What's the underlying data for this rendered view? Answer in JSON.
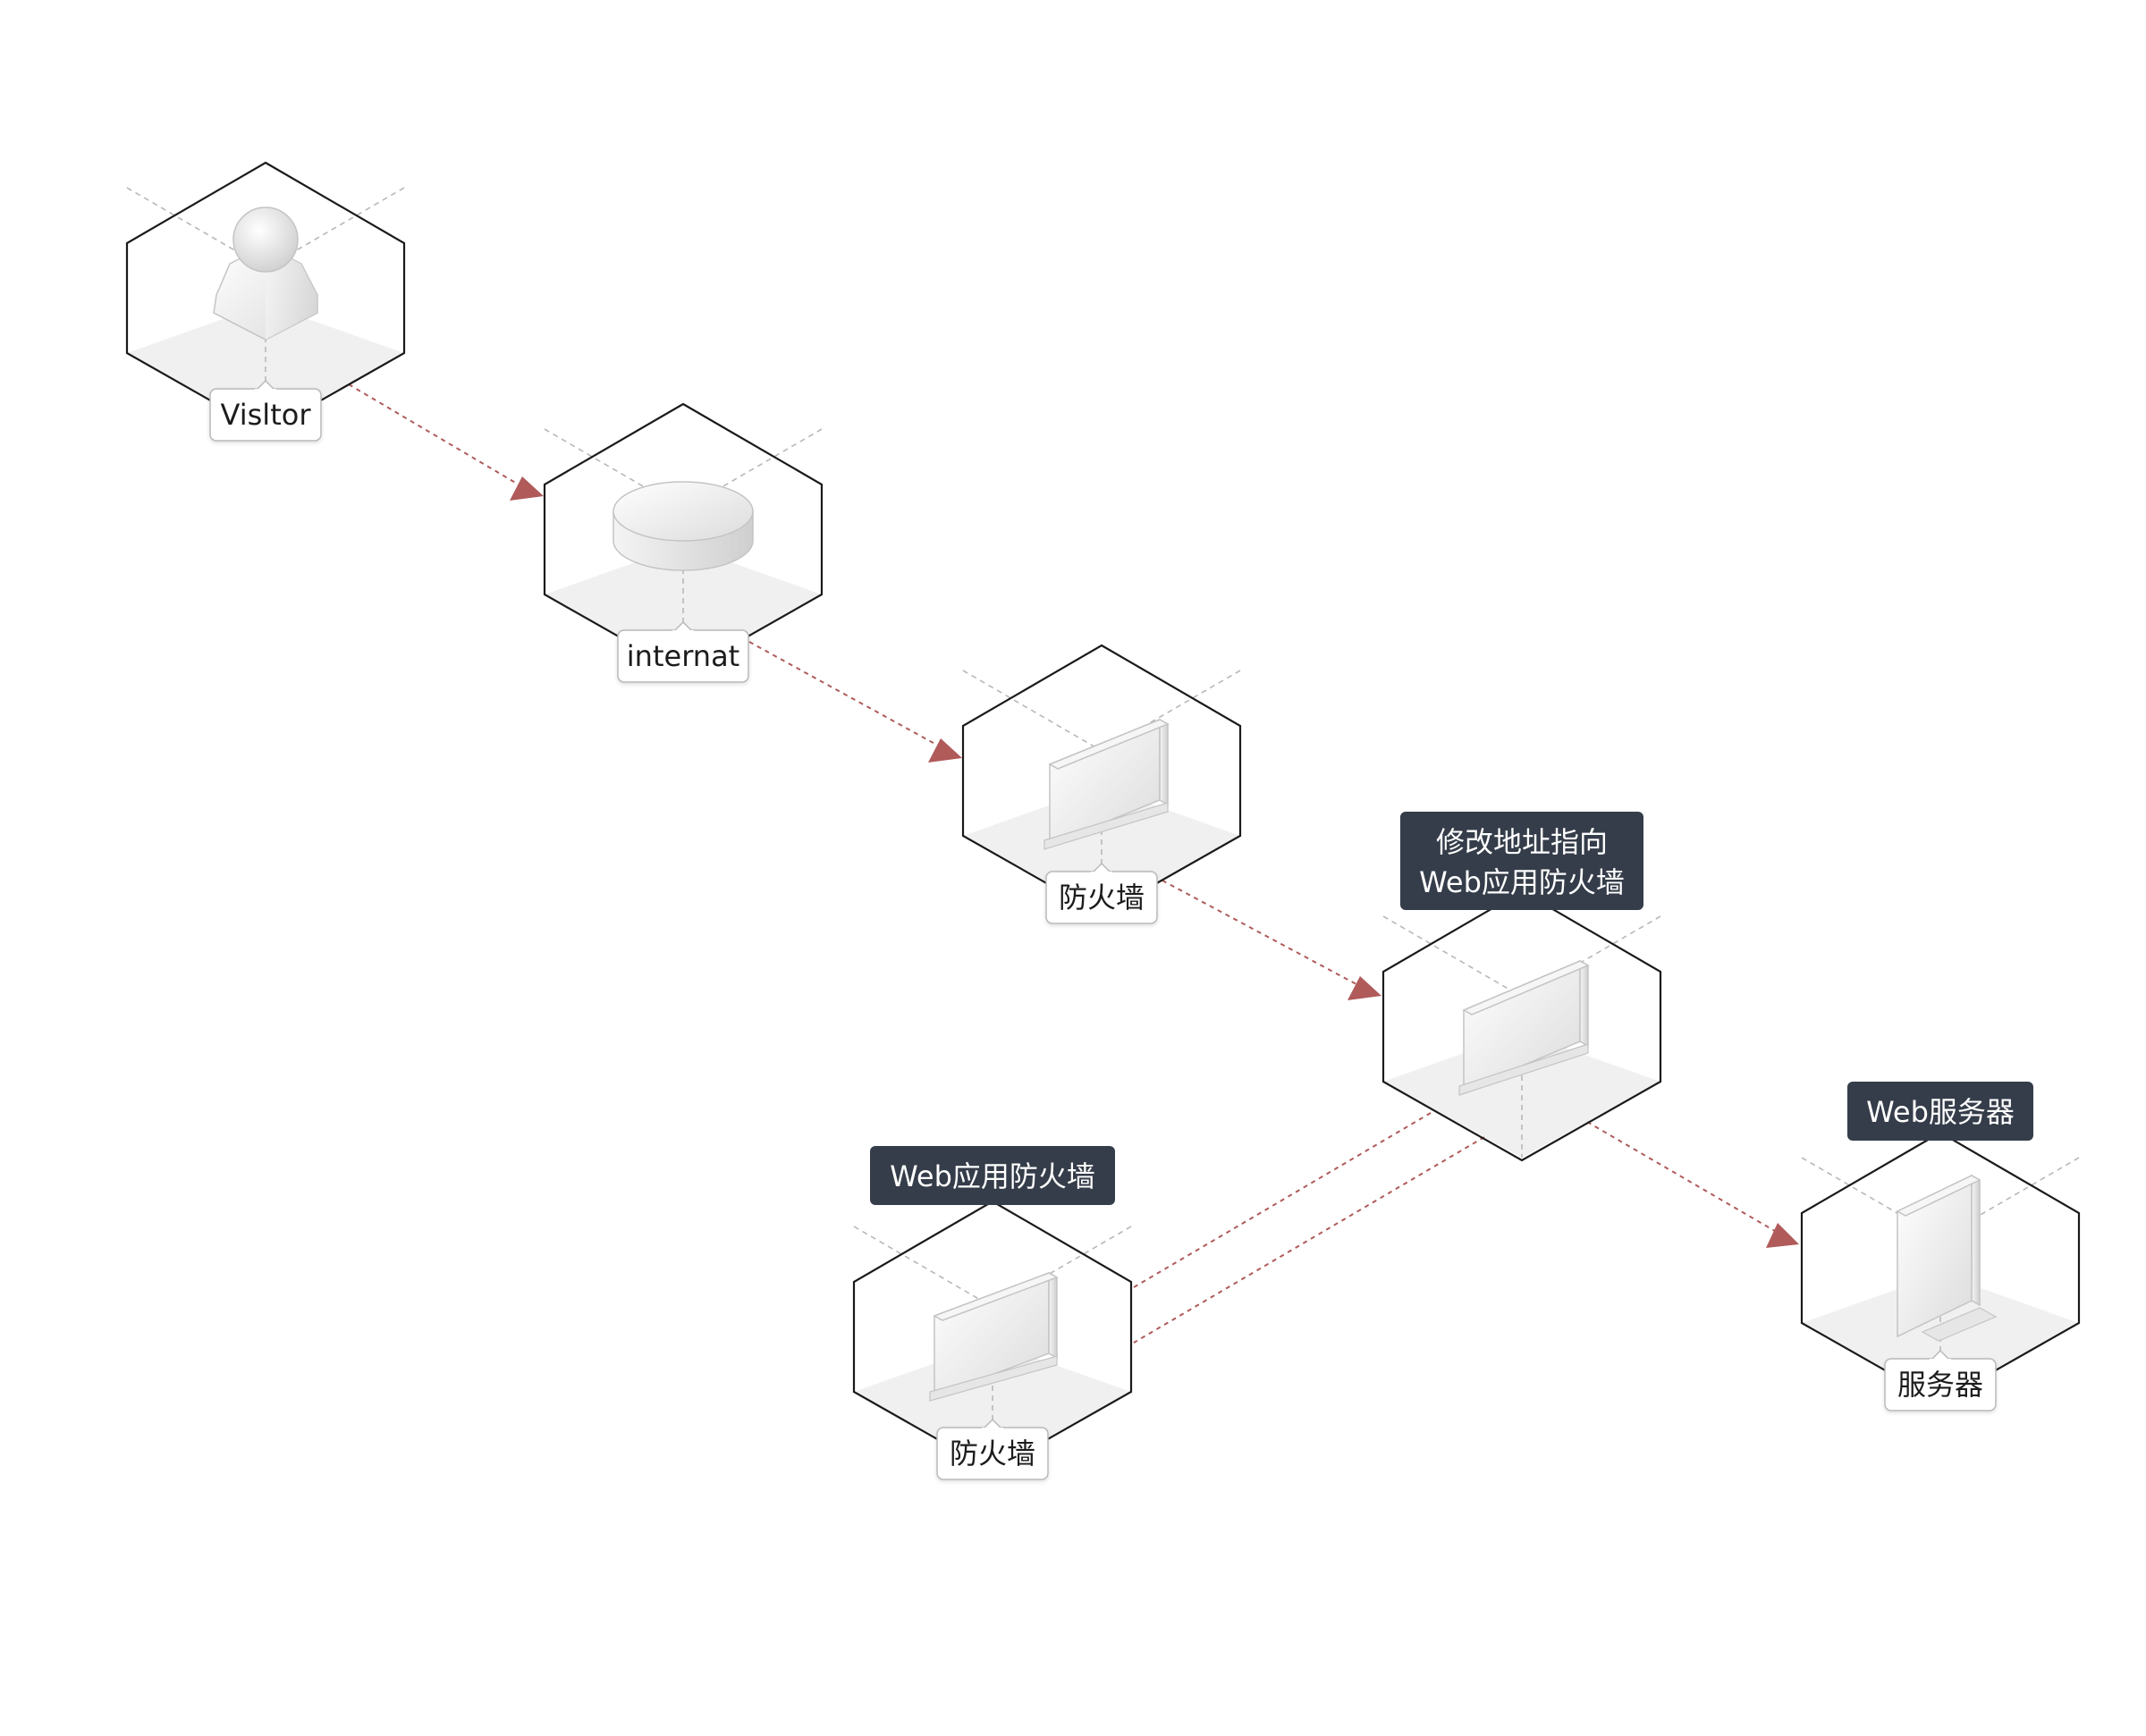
{
  "nodes": {
    "visitor": {
      "label": "Visltor",
      "icon": "user-icon"
    },
    "internet": {
      "label": "internat",
      "icon": "cloud-icon"
    },
    "firewall": {
      "label": "防火墙",
      "icon": "firewall-icon"
    },
    "waf_main": {
      "annotation_line1": "修改地址指向",
      "annotation_line2": "Web应用防火墙",
      "icon": "firewall-icon"
    },
    "waf_side": {
      "label": "防火墙",
      "annotation": "Web应用防火墙",
      "icon": "firewall-icon"
    },
    "web_server": {
      "label": "服务器",
      "annotation": "Web服务器",
      "icon": "server-icon"
    }
  },
  "colors": {
    "connector": "#b05a5a",
    "annotation_bg": "#353d4a",
    "hex_stroke": "#1a1a1a",
    "floor": "#f0f0f0"
  }
}
